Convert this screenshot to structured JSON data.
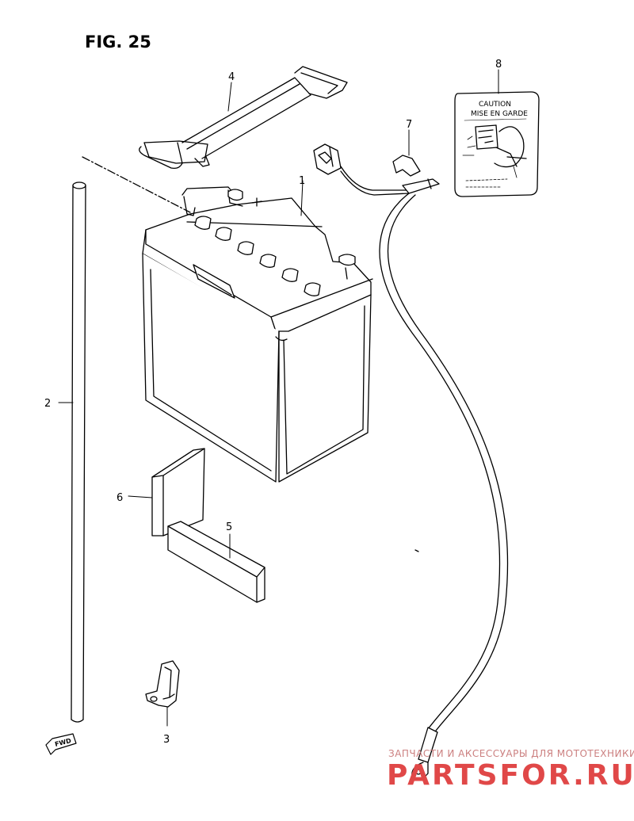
{
  "figure": {
    "title": "FIG. 25"
  },
  "parts": [
    {
      "number": "1",
      "item": "battery"
    },
    {
      "number": "2",
      "item": "breather-tube"
    },
    {
      "number": "3",
      "item": "clamp"
    },
    {
      "number": "4",
      "item": "battery-band"
    },
    {
      "number": "5",
      "item": "pad"
    },
    {
      "number": "6",
      "item": "pad"
    },
    {
      "number": "7",
      "item": "lead-wire"
    },
    {
      "number": "8",
      "item": "caution-label"
    }
  ],
  "caution_label": {
    "line1": "CAUTION",
    "line2": "MISE EN GARDE"
  },
  "direction_tag": "FWD",
  "watermark": {
    "top": "ЗАПЧАСТИ И АКСЕССУАРЫ ДЛЯ МОТОТЕХНИКИ",
    "logo": "PARTSFOR.RU"
  }
}
